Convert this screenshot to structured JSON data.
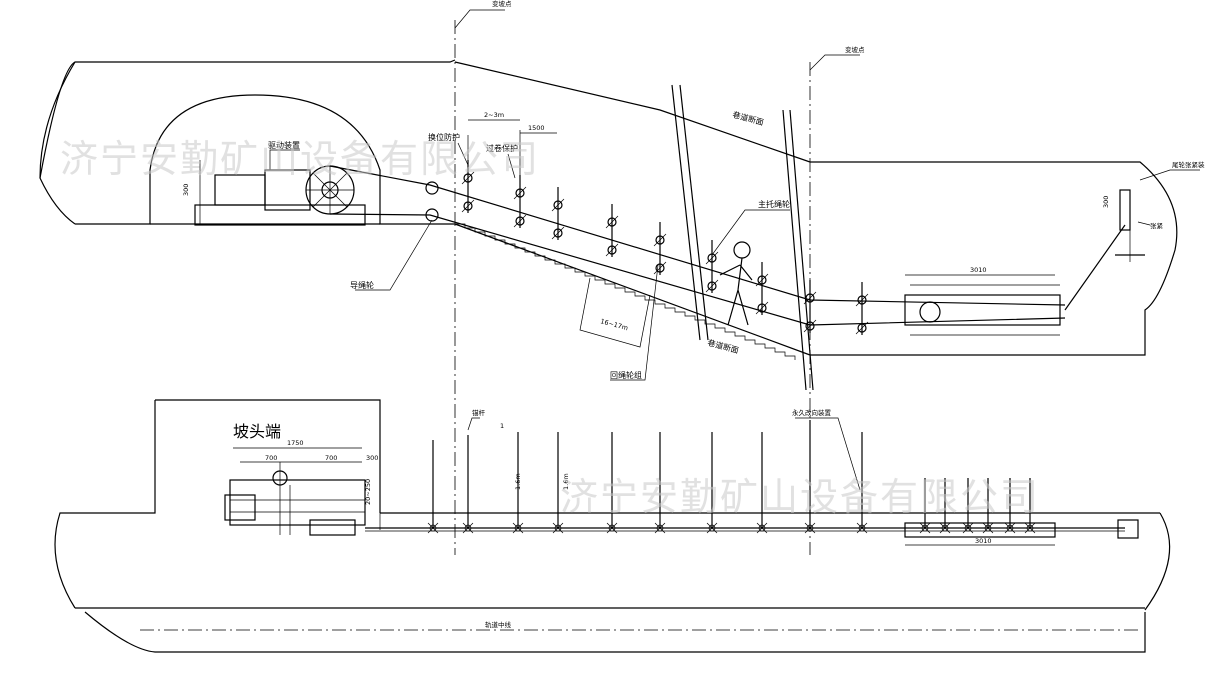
{
  "watermark": "济宁安勤矿山设备有限公司",
  "upper_view": {
    "labels": {
      "drive": "驱动装置",
      "height_300": "300",
      "limit_guard": "换位防护",
      "overspeed_guard": "过卷保护",
      "span_2_3": "2~3m",
      "dim_1500": "1500",
      "guide_wheel": "导绳轮",
      "section_top": "变坡点",
      "section_right": "变坡点",
      "roadway_cross": "巷道断面",
      "incline_cross": "巷道断面",
      "main_rope_roller": "主托绳轮",
      "return_roller": "回绳轮组",
      "slope_dim": "16~17m",
      "dim_3010": "3010",
      "tail_device": "尾轮张紧装置",
      "tail_label_small": "张紧",
      "dim_300b": "300"
    }
  },
  "lower_view": {
    "labels": {
      "title": "坡头端",
      "dim_1750": "1750",
      "dim_700a": "700",
      "dim_700b": "700",
      "dim_300": "300",
      "dim_vertical": "20~250",
      "anchor": "锚杆",
      "rope_holder": "永久改向装置",
      "dim_small1": "1",
      "rail_centerline": "轨道中线",
      "dim_bottom": "3010",
      "spacing_v1": "1.6m",
      "spacing_v2": "1.6m"
    }
  }
}
